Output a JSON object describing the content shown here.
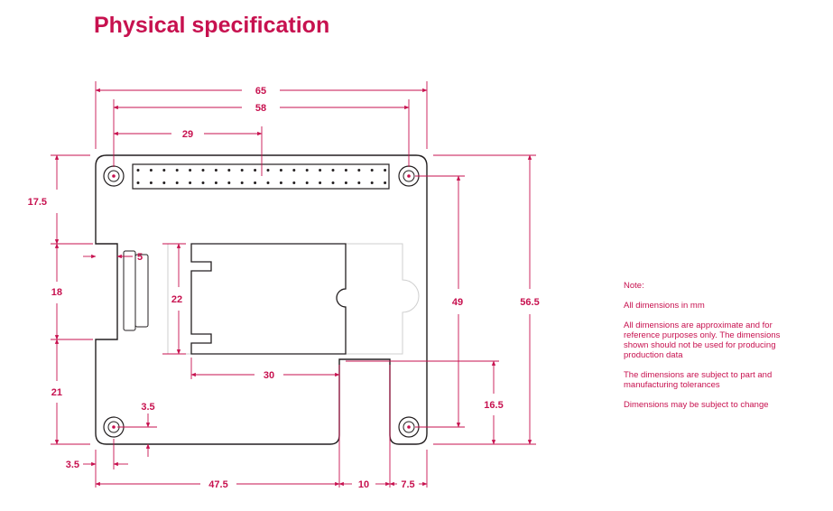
{
  "page": {
    "title": "Physical specification"
  },
  "colors": {
    "accent": "#c7114f",
    "outline": "#231f20",
    "ghost": "#cfcfcf"
  },
  "dimensions": {
    "width_overall": "65",
    "width_holes": "58",
    "header_offset": "29",
    "height_top": "17.5",
    "cutout_depth": "5",
    "height_mid": "18",
    "height_bottom": "21",
    "module_height": "22",
    "hole_offset_y": "3.5",
    "hole_offset_x": "3.5",
    "module_width": "30",
    "hole_spacing_y": "49",
    "height_overall": "56.5",
    "notch_height": "16.5",
    "bottom_left": "47.5",
    "notch_width": "10",
    "bottom_right": "7.5"
  },
  "notes": {
    "heading": "Note:",
    "items": [
      "All dimensions in mm",
      "All dimensions are approximate and for reference purposes only. The dimensions shown should not be used for producing production data",
      "The dimensions are subject to part and manufacturing tolerances",
      "Dimensions may be subject to change"
    ]
  }
}
